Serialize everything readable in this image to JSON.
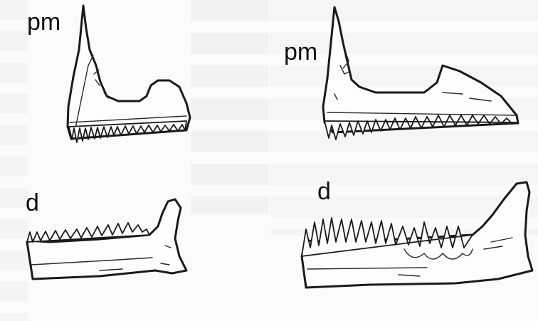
{
  "labels": {
    "left_premaxilla": "pm",
    "right_premaxilla": "pm",
    "left_dentary": "d",
    "right_dentary": "d"
  }
}
